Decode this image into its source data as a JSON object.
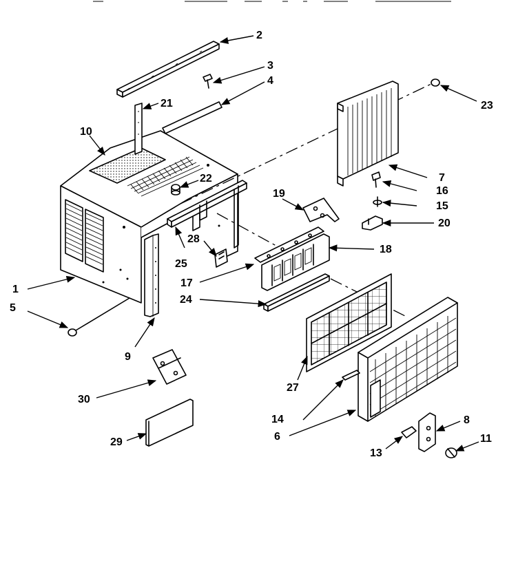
{
  "labels": [
    "1",
    "2",
    "3",
    "4",
    "5",
    "6",
    "7",
    "8",
    "9",
    "10",
    "11",
    "13",
    "14",
    "15",
    "16",
    "17",
    "18",
    "19",
    "20",
    "21",
    "22",
    "23",
    "24",
    "25",
    "27",
    "28",
    "29",
    "30"
  ],
  "callouts": {
    "c1": "1",
    "c2": "2",
    "c3": "3",
    "c4": "4",
    "c5": "5",
    "c6": "6",
    "c7": "7",
    "c8": "8",
    "c9": "9",
    "c10": "10",
    "c11": "11",
    "c13": "13",
    "c14": "14",
    "c15": "15",
    "c16": "16",
    "c17": "17",
    "c18": "18",
    "c19": "19",
    "c20": "20",
    "c21": "21",
    "c22": "22",
    "c23": "23",
    "c24": "24",
    "c25": "25",
    "c27": "27",
    "c28": "28",
    "c29": "29",
    "c30": "30"
  }
}
